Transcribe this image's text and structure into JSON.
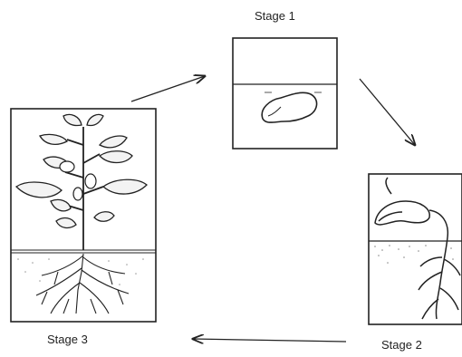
{
  "diagram": {
    "stages": [
      {
        "label": "Stage 1",
        "depicts": "seed-in-soil"
      },
      {
        "label": "Stage 2",
        "depicts": "germinating-seedling"
      },
      {
        "label": "Stage 3",
        "depicts": "mature-plant"
      }
    ],
    "arrows": [
      {
        "from": "Stage 3",
        "to": "Stage 1"
      },
      {
        "from": "Stage 1",
        "to": "Stage 2"
      },
      {
        "from": "Stage 2",
        "to": "Stage 3"
      }
    ],
    "colors": {
      "ink": "#222222",
      "soil_speckle": "#888888"
    }
  }
}
